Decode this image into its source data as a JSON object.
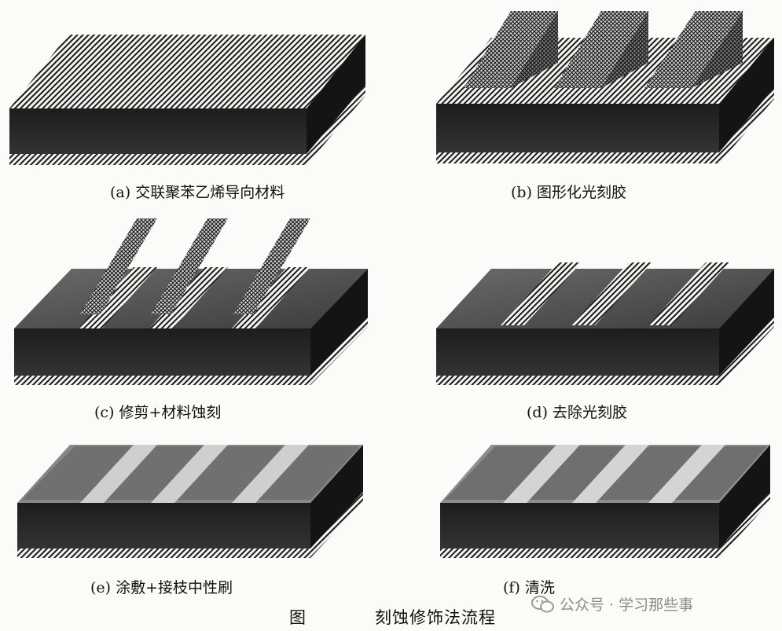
{
  "captions": {
    "a": "(a) 交联聚苯乙烯导向材料",
    "b": "(b) 图形化光刻胶",
    "c": "(c) 修剪+材料蚀刻",
    "d": "(d) 去除光刻胶",
    "e": "(e) 涂敷+接枝中性刷",
    "f": "(f) 清洗"
  },
  "figure": {
    "label": "图",
    "title": "刻蚀修饰法流程"
  },
  "watermark": {
    "text": "公众号 · 学习那些事",
    "icon": "wechat-icon"
  },
  "colors": {
    "background": "#fbfbf9",
    "dark_layer": "#2b2b2b",
    "hatch": "#1a1a1a",
    "neutral_brush": "#8e8e8e",
    "guide_stripe": "#c9c9c9"
  }
}
